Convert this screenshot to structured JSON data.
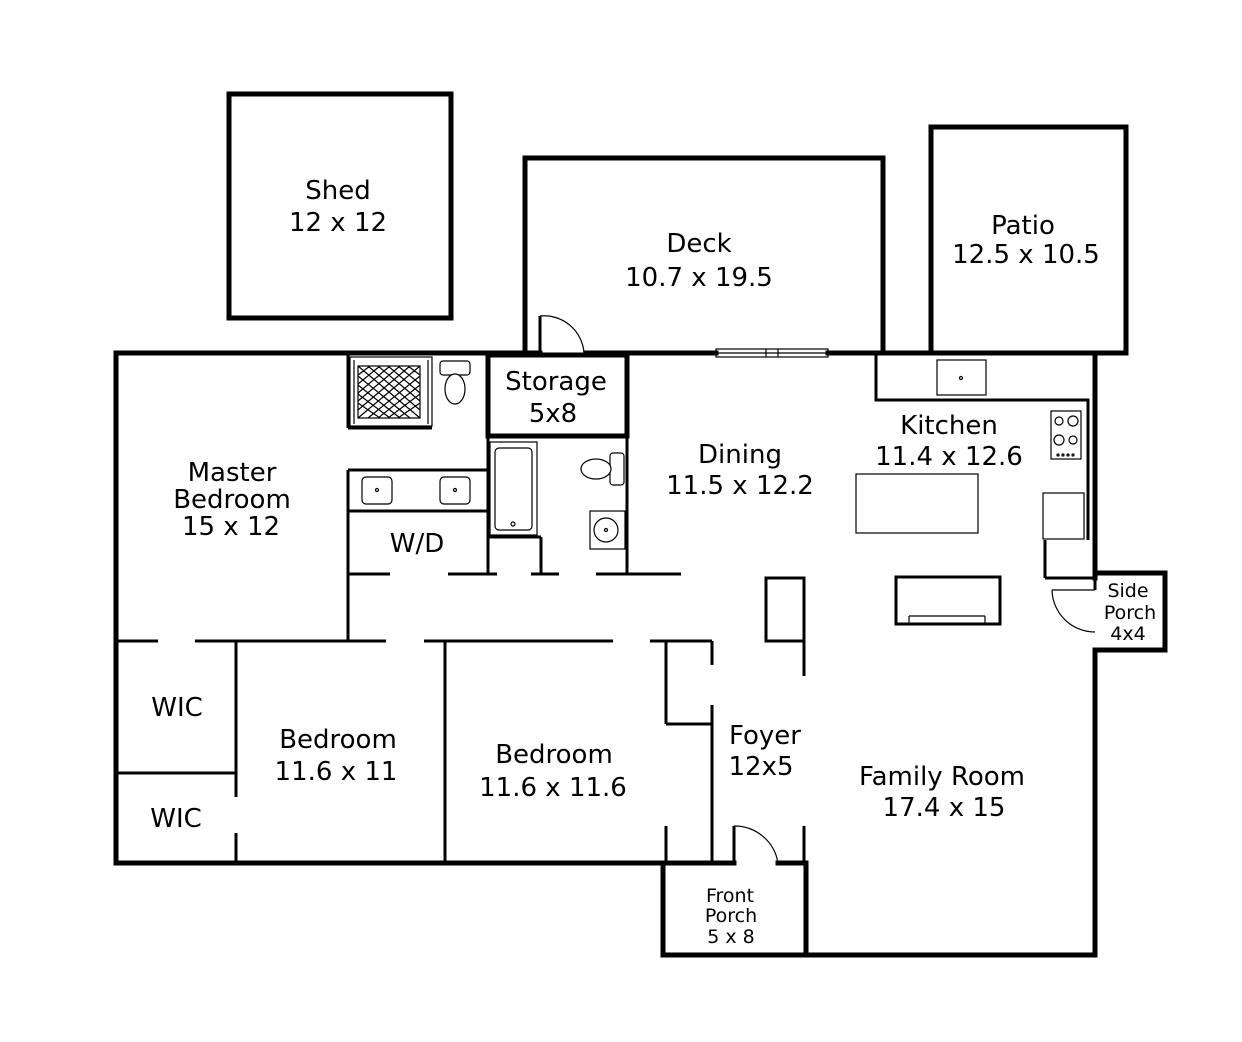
{
  "rooms": {
    "shed": {
      "name": "Shed",
      "size": "12 x 12"
    },
    "deck": {
      "name": "Deck",
      "size": "10.7 x 19.5"
    },
    "patio": {
      "name": "Patio",
      "size": "12.5 x 10.5"
    },
    "storage": {
      "name": "Storage",
      "size": "5x8"
    },
    "master": {
      "name1": "Master",
      "name2": "Bedroom",
      "size": "15 x 12"
    },
    "dining": {
      "name": "Dining",
      "size": "11.5 x 12.2"
    },
    "kitchen": {
      "name": "Kitchen",
      "size": "11.4 x 12.6"
    },
    "wd": {
      "name": "W/D"
    },
    "side_porch": {
      "name1": "Side",
      "name2": "Porch",
      "size": "4x4"
    },
    "wic1": {
      "name": "WIC"
    },
    "wic2": {
      "name": "WIC"
    },
    "bedroom1": {
      "name": "Bedroom",
      "size": "11.6 x 11"
    },
    "bedroom2": {
      "name": "Bedroom",
      "size": "11.6 x 11.6"
    },
    "foyer": {
      "name": "Foyer",
      "size": "12x5"
    },
    "family": {
      "name": "Family Room",
      "size": "17.4 x 15"
    },
    "front_porch": {
      "name1": "Front",
      "name2": "Porch",
      "size": "5 x 8"
    }
  }
}
